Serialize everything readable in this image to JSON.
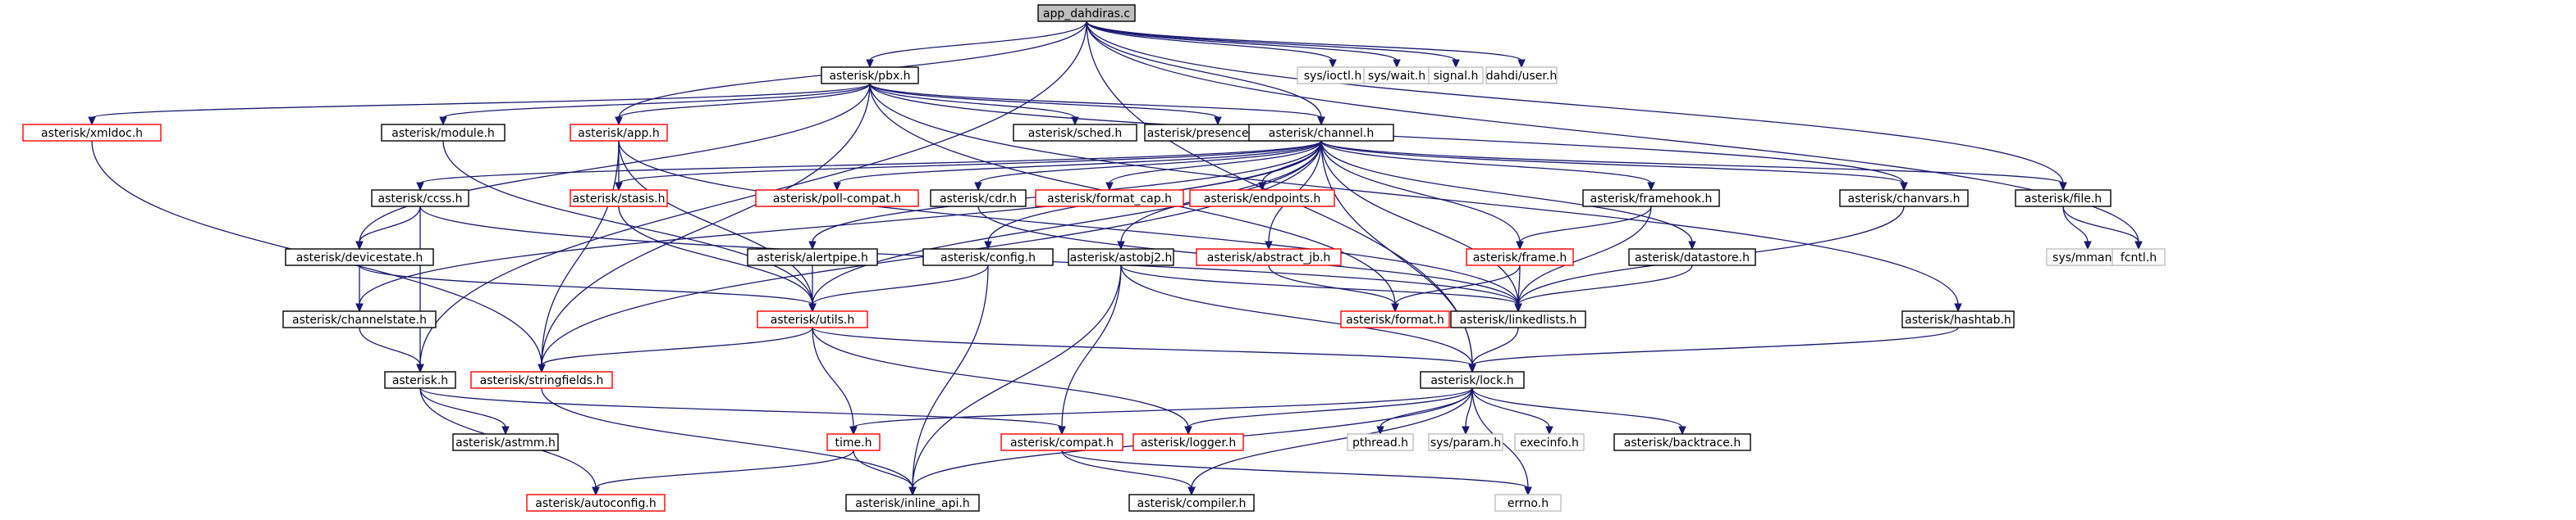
{
  "diagram": {
    "nodes": [
      {
        "id": "app",
        "label": "app_dahdiras.c",
        "style": "root"
      },
      {
        "id": "pbx",
        "label": "asterisk/pbx.h",
        "style": "black"
      },
      {
        "id": "ioctl",
        "label": "sys/ioctl.h",
        "style": "gray"
      },
      {
        "id": "wait",
        "label": "sys/wait.h",
        "style": "gray"
      },
      {
        "id": "signal",
        "label": "signal.h",
        "style": "gray"
      },
      {
        "id": "dahdiuser",
        "label": "dahdi/user.h",
        "style": "gray"
      },
      {
        "id": "xmldoc",
        "label": "asterisk/xmldoc.h",
        "style": "red"
      },
      {
        "id": "module",
        "label": "asterisk/module.h",
        "style": "black"
      },
      {
        "id": "apph",
        "label": "asterisk/app.h",
        "style": "red"
      },
      {
        "id": "sched",
        "label": "asterisk/sched.h",
        "style": "black"
      },
      {
        "id": "presence",
        "label": "asterisk/presencestate.h",
        "style": "black"
      },
      {
        "id": "channel",
        "label": "asterisk/channel.h",
        "style": "black"
      },
      {
        "id": "ccss",
        "label": "asterisk/ccss.h",
        "style": "black"
      },
      {
        "id": "stasis",
        "label": "asterisk/stasis.h",
        "style": "red"
      },
      {
        "id": "pollcompat",
        "label": "asterisk/poll-compat.h",
        "style": "red"
      },
      {
        "id": "cdr",
        "label": "asterisk/cdr.h",
        "style": "black"
      },
      {
        "id": "formatcap",
        "label": "asterisk/format_cap.h",
        "style": "red"
      },
      {
        "id": "endpoints",
        "label": "asterisk/endpoints.h",
        "style": "red"
      },
      {
        "id": "framehook",
        "label": "asterisk/framehook.h",
        "style": "black"
      },
      {
        "id": "chanvars",
        "label": "asterisk/chanvars.h",
        "style": "black"
      },
      {
        "id": "fileh",
        "label": "asterisk/file.h",
        "style": "black"
      },
      {
        "id": "devicestate",
        "label": "asterisk/devicestate.h",
        "style": "black"
      },
      {
        "id": "alertpipe",
        "label": "asterisk/alertpipe.h",
        "style": "black"
      },
      {
        "id": "config",
        "label": "asterisk/config.h",
        "style": "black"
      },
      {
        "id": "astobj2",
        "label": "asterisk/astobj2.h",
        "style": "black"
      },
      {
        "id": "abstractjb",
        "label": "asterisk/abstract_jb.h",
        "style": "red"
      },
      {
        "id": "frame",
        "label": "asterisk/frame.h",
        "style": "red"
      },
      {
        "id": "datastore",
        "label": "asterisk/datastore.h",
        "style": "black"
      },
      {
        "id": "mman",
        "label": "sys/mman.h",
        "style": "gray"
      },
      {
        "id": "fcntl",
        "label": "fcntl.h",
        "style": "gray"
      },
      {
        "id": "channelstate",
        "label": "asterisk/channelstate.h",
        "style": "black"
      },
      {
        "id": "utils",
        "label": "asterisk/utils.h",
        "style": "red"
      },
      {
        "id": "format",
        "label": "asterisk/format.h",
        "style": "red"
      },
      {
        "id": "linkedlists",
        "label": "asterisk/linkedlists.h",
        "style": "black"
      },
      {
        "id": "hashtab",
        "label": "asterisk/hashtab.h",
        "style": "black"
      },
      {
        "id": "asteriskh",
        "label": "asterisk.h",
        "style": "black"
      },
      {
        "id": "stringfields",
        "label": "asterisk/stringfields.h",
        "style": "red"
      },
      {
        "id": "lock",
        "label": "asterisk/lock.h",
        "style": "black"
      },
      {
        "id": "astmm",
        "label": "asterisk/astmm.h",
        "style": "black"
      },
      {
        "id": "timeh",
        "label": "time.h",
        "style": "red"
      },
      {
        "id": "compat",
        "label": "asterisk/compat.h",
        "style": "red"
      },
      {
        "id": "logger",
        "label": "asterisk/logger.h",
        "style": "red"
      },
      {
        "id": "pthread",
        "label": "pthread.h",
        "style": "gray"
      },
      {
        "id": "param",
        "label": "sys/param.h",
        "style": "gray"
      },
      {
        "id": "execinfo",
        "label": "execinfo.h",
        "style": "gray"
      },
      {
        "id": "backtrace",
        "label": "asterisk/backtrace.h",
        "style": "black"
      },
      {
        "id": "autoconfig",
        "label": "asterisk/autoconfig.h",
        "style": "red"
      },
      {
        "id": "inlineapi",
        "label": "asterisk/inline_api.h",
        "style": "black"
      },
      {
        "id": "compiler",
        "label": "asterisk/compiler.h",
        "style": "black"
      },
      {
        "id": "errno",
        "label": "errno.h",
        "style": "gray"
      }
    ],
    "edges": [
      [
        "app",
        "pbx"
      ],
      [
        "app",
        "ioctl"
      ],
      [
        "app",
        "wait"
      ],
      [
        "app",
        "signal"
      ],
      [
        "app",
        "dahdiuser"
      ],
      [
        "app",
        "channel"
      ],
      [
        "app",
        "fileh"
      ],
      [
        "app",
        "fcntl"
      ],
      [
        "app",
        "lock"
      ],
      [
        "app",
        "asteriskh"
      ],
      [
        "app",
        "apph"
      ],
      [
        "pbx",
        "xmldoc"
      ],
      [
        "pbx",
        "module"
      ],
      [
        "pbx",
        "sched"
      ],
      [
        "pbx",
        "presence"
      ],
      [
        "pbx",
        "channel"
      ],
      [
        "pbx",
        "apph"
      ],
      [
        "pbx",
        "chanvars"
      ],
      [
        "pbx",
        "devicestate"
      ],
      [
        "pbx",
        "hashtab"
      ],
      [
        "pbx",
        "stringfields"
      ],
      [
        "pbx",
        "format"
      ],
      [
        "xmldoc",
        "stringfields"
      ],
      [
        "module",
        "utils"
      ],
      [
        "apph",
        "stasis"
      ],
      [
        "apph",
        "utils"
      ],
      [
        "apph",
        "stringfields"
      ],
      [
        "apph",
        "linkedlists"
      ],
      [
        "channel",
        "ccss"
      ],
      [
        "channel",
        "stasis"
      ],
      [
        "channel",
        "pollcompat"
      ],
      [
        "channel",
        "cdr"
      ],
      [
        "channel",
        "formatcap"
      ],
      [
        "channel",
        "endpoints"
      ],
      [
        "channel",
        "framehook"
      ],
      [
        "channel",
        "chanvars"
      ],
      [
        "channel",
        "fileh"
      ],
      [
        "channel",
        "alertpipe"
      ],
      [
        "channel",
        "config"
      ],
      [
        "channel",
        "astobj2"
      ],
      [
        "channel",
        "abstractjb"
      ],
      [
        "channel",
        "frame"
      ],
      [
        "channel",
        "datastore"
      ],
      [
        "channel",
        "utils"
      ],
      [
        "channel",
        "linkedlists"
      ],
      [
        "channel",
        "lock"
      ],
      [
        "channel",
        "channelstate"
      ],
      [
        "channel",
        "stringfields"
      ],
      [
        "ccss",
        "devicestate"
      ],
      [
        "ccss",
        "asteriskh"
      ],
      [
        "ccss",
        "linkedlists"
      ],
      [
        "stasis",
        "utils"
      ],
      [
        "cdr",
        "linkedlists"
      ],
      [
        "framehook",
        "frame"
      ],
      [
        "framehook",
        "linkedlists"
      ],
      [
        "chanvars",
        "linkedlists"
      ],
      [
        "fileh",
        "mman"
      ],
      [
        "fileh",
        "fcntl"
      ],
      [
        "devicestate",
        "channelstate"
      ],
      [
        "devicestate",
        "utils"
      ],
      [
        "alertpipe",
        "utils"
      ],
      [
        "config",
        "utils"
      ],
      [
        "config",
        "inlineapi"
      ],
      [
        "astobj2",
        "compat"
      ],
      [
        "astobj2",
        "lock"
      ],
      [
        "astobj2",
        "linkedlists"
      ],
      [
        "astobj2",
        "inlineapi"
      ],
      [
        "abstractjb",
        "format"
      ],
      [
        "frame",
        "format"
      ],
      [
        "frame",
        "linkedlists"
      ],
      [
        "datastore",
        "linkedlists"
      ],
      [
        "channelstate",
        "asteriskh"
      ],
      [
        "utils",
        "stringfields"
      ],
      [
        "utils",
        "timeh"
      ],
      [
        "utils",
        "logger"
      ],
      [
        "utils",
        "lock"
      ],
      [
        "linkedlists",
        "lock"
      ],
      [
        "hashtab",
        "lock"
      ],
      [
        "asteriskh",
        "astmm"
      ],
      [
        "asteriskh",
        "autoconfig"
      ],
      [
        "asteriskh",
        "compat"
      ],
      [
        "stringfields",
        "inlineapi"
      ],
      [
        "lock",
        "timeh"
      ],
      [
        "lock",
        "logger"
      ],
      [
        "lock",
        "pthread"
      ],
      [
        "lock",
        "param"
      ],
      [
        "lock",
        "execinfo"
      ],
      [
        "lock",
        "backtrace"
      ],
      [
        "lock",
        "inlineapi"
      ],
      [
        "lock",
        "compiler"
      ],
      [
        "lock",
        "errno"
      ],
      [
        "timeh",
        "inlineapi"
      ],
      [
        "timeh",
        "autoconfig"
      ],
      [
        "compat",
        "compiler"
      ],
      [
        "compat",
        "errno"
      ]
    ]
  }
}
